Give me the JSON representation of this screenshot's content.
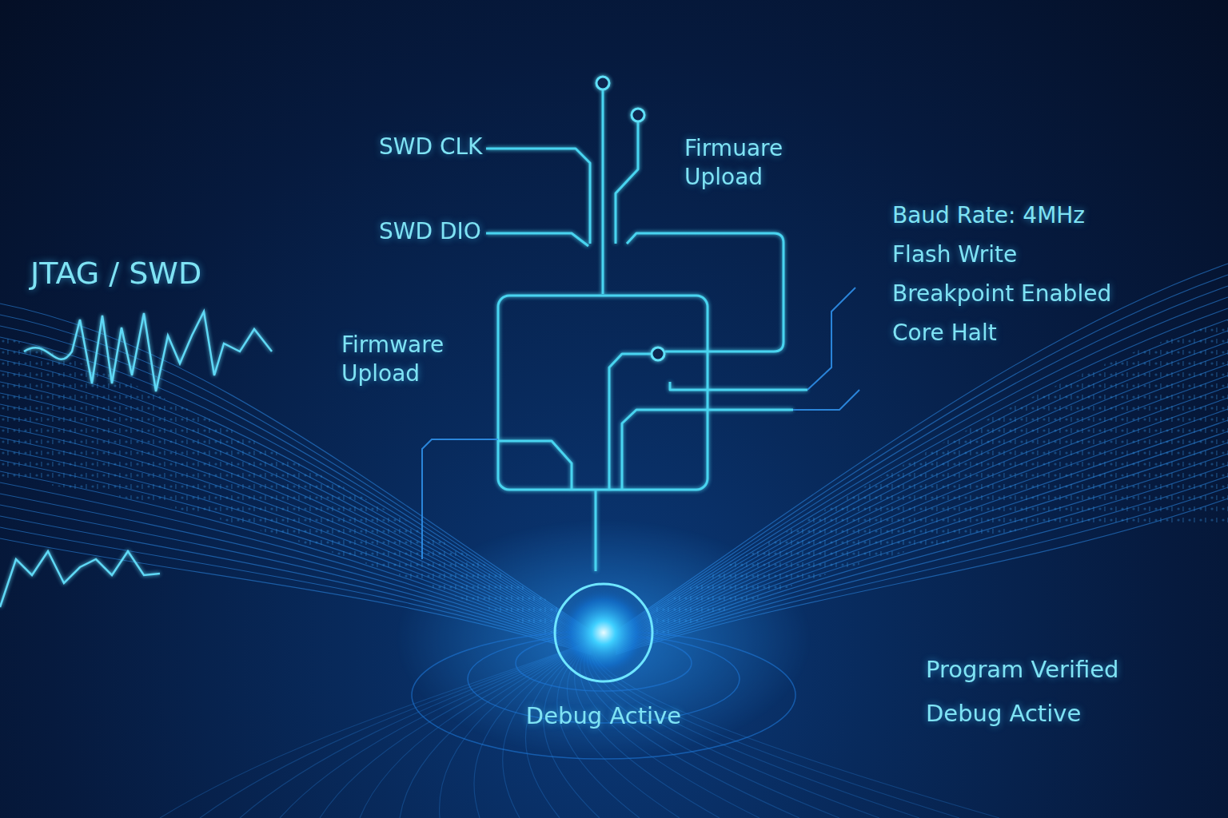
{
  "diagram": {
    "nodes": [
      {
        "text": [
          "Debug Active"
        ]
      }
    ],
    "labels": [
      "JTAG / SWD",
      "SWD CLK",
      "SWD DIO",
      "Firmuare Upload",
      "Firmware Upload",
      "Baud Rate: 4MHz",
      "Flash Write",
      "Breakpoint Enabled",
      "Core Halt",
      "Program Verified",
      "Debug Active"
    ]
  }
}
